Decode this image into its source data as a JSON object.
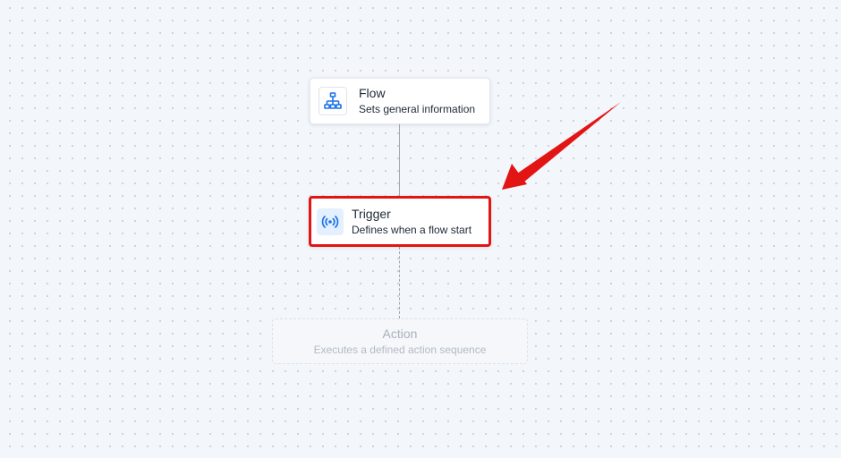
{
  "canvas": {
    "nodes": {
      "flow": {
        "title": "Flow",
        "subtitle": "Sets general information",
        "icon": "sitemap-icon"
      },
      "trigger": {
        "title": "Trigger",
        "subtitle": "Defines when a flow start",
        "icon": "broadcast-icon",
        "highlighted": true
      },
      "action": {
        "title": "Action",
        "subtitle": "Executes a defined action sequence",
        "state": "placeholder"
      }
    },
    "connectors": [
      {
        "from": "flow",
        "to": "trigger",
        "style": "solid"
      },
      {
        "from": "trigger",
        "to": "action",
        "style": "dashed"
      }
    ]
  },
  "annotation": {
    "type": "red-arrow",
    "points_to": "trigger",
    "highlight_color": "#e31414"
  },
  "colors": {
    "accent_blue": "#1a73e8",
    "highlight_red": "#e31414"
  }
}
